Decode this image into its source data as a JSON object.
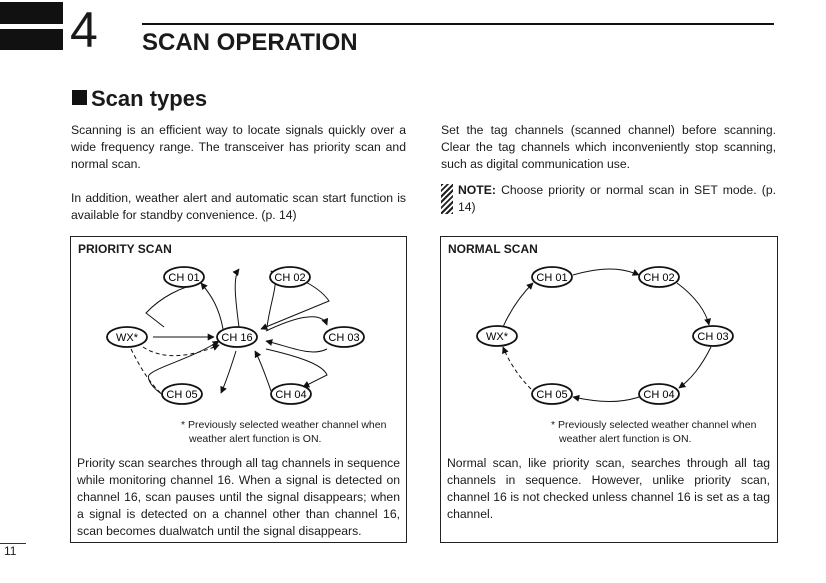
{
  "chapter": {
    "number": "4",
    "title": "SCAN OPERATION"
  },
  "section": {
    "title": "Scan types"
  },
  "left_col": {
    "p1": "Scanning is an efficient way to locate signals quickly over a wide frequency range. The transceiver has priority scan and normal scan.",
    "p2": "In addition, weather alert and automatic scan start function is available for standby convenience. (p. 14)"
  },
  "right_col": {
    "p1": "Set the tag channels (scanned channel) before scanning. Clear the tag channels which inconveniently stop scanning, such as digital communication use.",
    "note_label": "NOTE:",
    "note_text": " Choose priority or normal scan in SET mode. (p. 14)"
  },
  "priority_box": {
    "title": "PRIORITY SCAN",
    "nodes": {
      "ch01": "CH 01",
      "ch02": "CH 02",
      "wx": "WX*",
      "ch16": "CH 16",
      "ch03": "CH 03",
      "ch05": "CH 05",
      "ch04": "CH 04"
    },
    "footnote_1": "* Previously selected weather channel when",
    "footnote_2": "weather alert function is ON.",
    "description": "Priority scan searches through all tag channels in sequence while monitoring channel 16. When a signal is detected on channel 16, scan pauses until the signal disappears; when a signal is detected on a channel other than channel 16, scan becomes dualwatch until the signal disappears."
  },
  "normal_box": {
    "title": "NORMAL SCAN",
    "nodes": {
      "ch01": "CH 01",
      "ch02": "CH 02",
      "wx": "WX*",
      "ch03": "CH 03",
      "ch05": "CH 05",
      "ch04": "CH 04"
    },
    "footnote_1": "* Previously selected weather channel when",
    "footnote_2": "weather alert function is ON.",
    "description": "Normal scan, like priority scan, searches through all tag channels in sequence. However, unlike priority scan, channel 16 is not checked unless channel 16 is set as a tag channel."
  },
  "page_number": "11"
}
